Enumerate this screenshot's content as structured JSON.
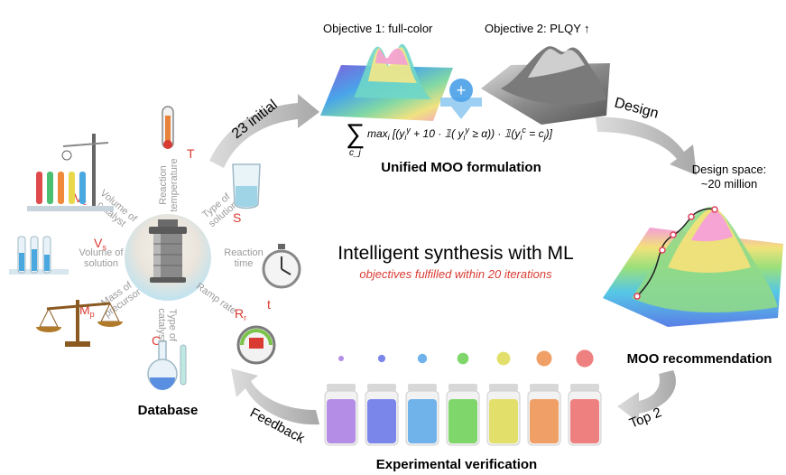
{
  "objectives": {
    "obj1": "Objective 1: full-color",
    "obj2": "Objective 2: PLQY",
    "obj2_arrow": "↑",
    "plus": "+"
  },
  "formulation": {
    "equation": "∑ max_i [(y_i^γ + 10 · 𝟙( y_i^γ ≥ α)) · 𝟙(y_i^c = c_j)]",
    "sum_index": "c_j",
    "title": "Unified MOO formulation"
  },
  "flow": {
    "initial": "23 initial",
    "design": "Design",
    "design_space_l1": "Design space:",
    "design_space_l2": "~20 million",
    "moo_rec": "MOO recommendation",
    "top2": "Top 2",
    "experimental": "Experimental verification",
    "feedback": "Feedback",
    "database": "Database"
  },
  "center": {
    "title": "Intelligent synthesis with ML",
    "subtitle": "objectives fulfilled within 20 iterations"
  },
  "parameters": [
    {
      "name": "Reaction temperature",
      "l1": "Reaction",
      "l2": "temperature",
      "symbol": "T"
    },
    {
      "name": "Type of solution",
      "l1": "Type of",
      "l2": "solution",
      "symbol": "S"
    },
    {
      "name": "Reaction time",
      "l1": "Reaction",
      "l2": "time",
      "symbol": "t"
    },
    {
      "name": "Ramp rate",
      "l1": "Ramp rate",
      "l2": "",
      "symbol": "R",
      "sub": "r"
    },
    {
      "name": "Type of catalyst",
      "l1": "Type of",
      "l2": "catalyst",
      "symbol": "C"
    },
    {
      "name": "Mass of precursor",
      "l1": "Mass of",
      "l2": "precursor",
      "symbol": "M",
      "sub": "p"
    },
    {
      "name": "Volume of solution",
      "l1": "Volume of",
      "l2": "solution",
      "symbol": "V",
      "sub": "s"
    },
    {
      "name": "Volume of catalyst",
      "l1": "Volume of",
      "l2": "catalyst",
      "symbol": "V",
      "sub": "c"
    }
  ],
  "colors": {
    "accent_red": "#d93a32",
    "label_gray": "#9a9a9a",
    "arrow_gray": "#c8c8c8",
    "vials": [
      "#b48ee6",
      "#7b86ea",
      "#6fb3ea",
      "#7fd66a",
      "#e2e06a",
      "#f0a066",
      "#ee8080"
    ]
  }
}
